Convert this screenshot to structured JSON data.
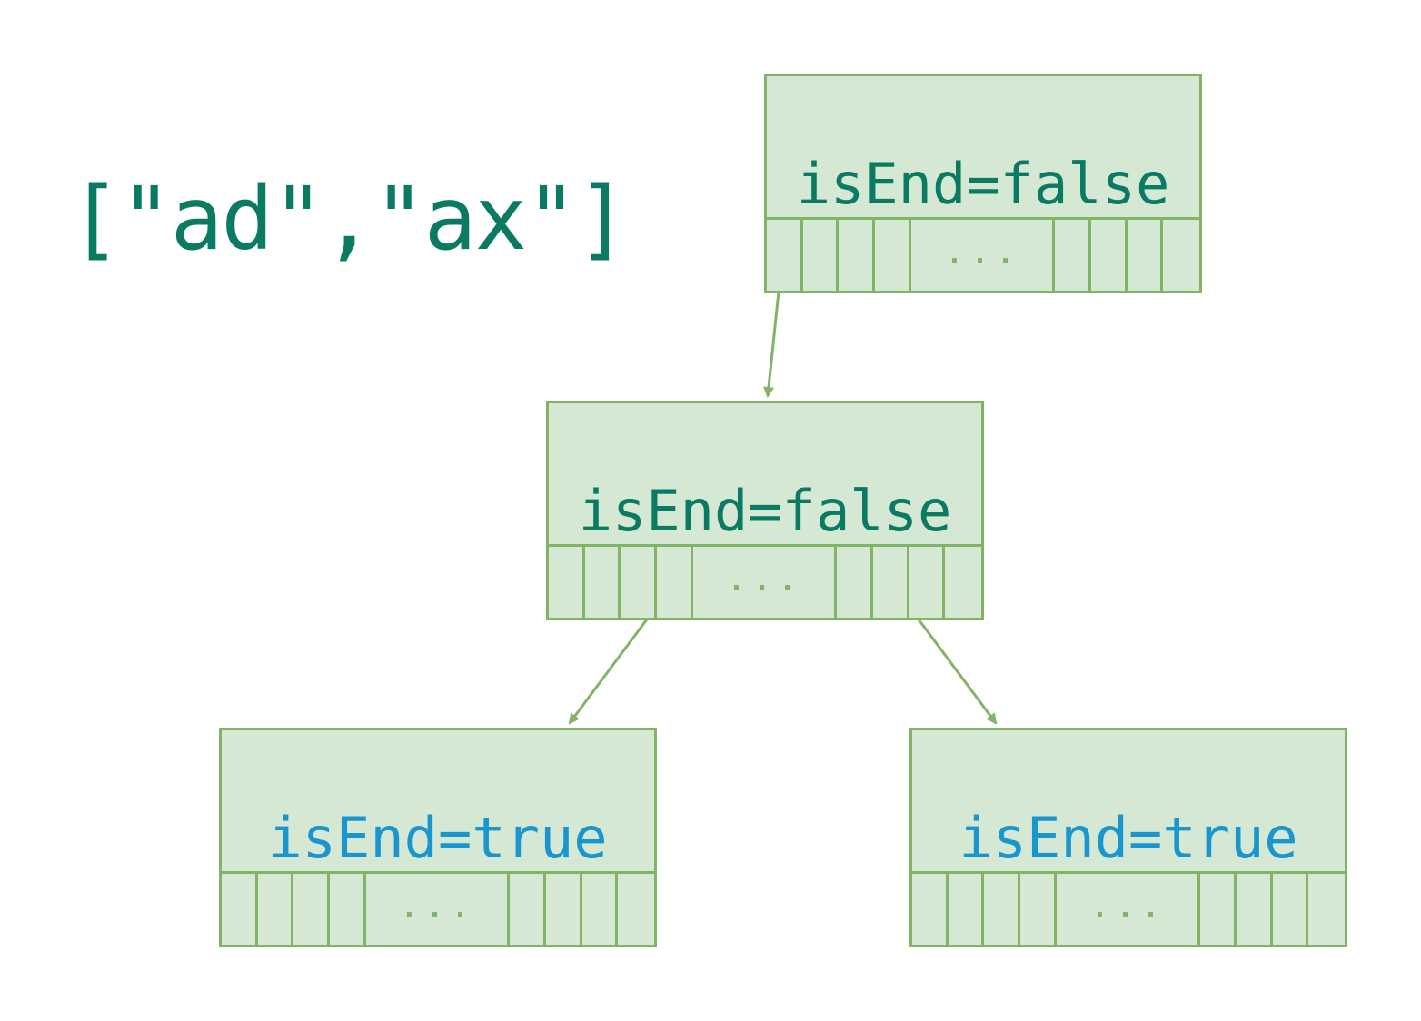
{
  "words_label": "[\"ad\",\"ax\"]",
  "colors": {
    "node_fill": "#d5e8d4",
    "node_stroke": "#82b366",
    "false_text": "#0b7a62",
    "true_text": "#1a96cf",
    "ellipsis": "#82b366"
  },
  "nodes": [
    {
      "id": "root",
      "label": "isEnd=false",
      "is_end": false,
      "ellipsis": "..."
    },
    {
      "id": "a",
      "label": "isEnd=false",
      "is_end": false,
      "ellipsis": "..."
    },
    {
      "id": "ad",
      "label": "isEnd=true",
      "is_end": true,
      "ellipsis": "..."
    },
    {
      "id": "ax",
      "label": "isEnd=true",
      "is_end": true,
      "ellipsis": "..."
    }
  ],
  "edges": [
    {
      "from": "root",
      "to": "a"
    },
    {
      "from": "a",
      "to": "ad"
    },
    {
      "from": "a",
      "to": "ax"
    }
  ]
}
